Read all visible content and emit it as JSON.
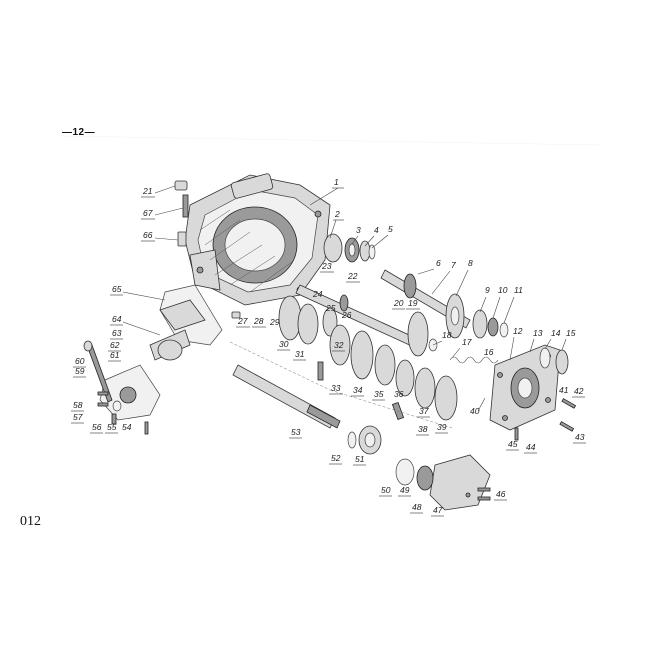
{
  "page_number": "—12—",
  "sheet_code": "012",
  "callouts": [
    "1",
    "2",
    "3",
    "4",
    "5",
    "6",
    "7",
    "8",
    "9",
    "10",
    "11",
    "12",
    "13",
    "14",
    "15",
    "16",
    "17",
    "18",
    "19",
    "20",
    "21",
    "22",
    "23",
    "24",
    "25",
    "26",
    "27",
    "28",
    "29",
    "30",
    "31",
    "32",
    "33",
    "34",
    "35",
    "36",
    "37",
    "38",
    "39",
    "40",
    "41",
    "42",
    "43",
    "44",
    "45",
    "46",
    "47",
    "48",
    "49",
    "50",
    "51",
    "52",
    "53",
    "54",
    "55",
    "56",
    "57",
    "58",
    "59",
    "60",
    "61",
    "62",
    "63",
    "64",
    "65",
    "66",
    "67"
  ],
  "drawing": {
    "subject": "exploded view of gearbox assembly",
    "style": "monochrome engraving"
  }
}
